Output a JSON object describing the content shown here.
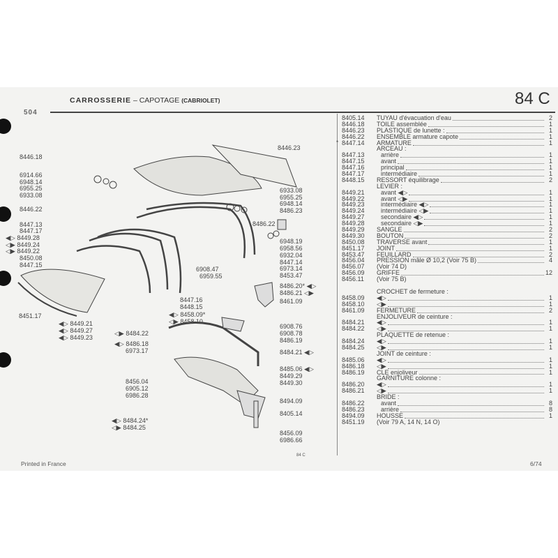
{
  "header": {
    "section": "CARROSSERIE",
    "separator": "–",
    "subsection": "CAPOTAGE",
    "variant": "(CABRIOLET)",
    "page_code": "84 C",
    "logo": "504"
  },
  "diagram_labels": [
    "8446.18",
    "6914.66",
    "6948.14",
    "6955.25",
    "6933.08",
    "8446.22",
    "8447.13",
    "8447.17",
    "◀▷ 8449.28",
    "◁▶ 8449.24",
    "◁▶ 8449.22",
    "8450.08",
    "8447.15",
    "8451.17",
    "◀▷ 8449.21",
    "◀▷ 8449.27",
    "◀▷ 8449.23",
    "8446.23",
    "6933.08",
    "6955.25",
    "6948.14",
    "8486.23",
    "8486.22",
    "6948.19",
    "6958.56",
    "6932.04",
    "8447.14",
    "6973.14",
    "8453.47",
    "8486.20* ◀▷",
    "8486.21 ◁▶",
    "8461.09",
    "6908.47",
    "6959.55",
    "8447.16",
    "8448.15",
    "◀▷ 8458.09*",
    "◁▶ 8458.10",
    "6908.76",
    "6908.78",
    "8486.19",
    "◁▶ 8484.22",
    "◀▷ 8486.18",
    "6973.17",
    "8484.21 ◀▷",
    "8485.06 ◀▷",
    "8449.29",
    "8449.30",
    "8456.04",
    "6905.12",
    "6986.28",
    "8494.09",
    "8405.14",
    "◀▷ 8484.24*",
    "◁▶ 8484.25",
    "8456.09",
    "6986.66"
  ],
  "parts": [
    {
      "ref": "8405.14",
      "label": "TUYAU d'évacuation d'eau",
      "qty": "2"
    },
    {
      "ref": "8446.18",
      "label": "TOILE assemblée",
      "qty": "1"
    },
    {
      "ref": "8446.23",
      "label": "PLASTIQUE de lunette :",
      "qty": "1"
    },
    {
      "ref": "8446.22",
      "label": "ENSEMBLE armature capote",
      "qty": "1"
    },
    {
      "ref": "8447.14",
      "label": "ARMATURE",
      "qty": "1",
      "star": "*"
    },
    {
      "ref": "",
      "label": "ARCEAU :",
      "qty": ""
    },
    {
      "ref": "8447.13",
      "label": "arrière",
      "qty": "1",
      "indent": true
    },
    {
      "ref": "8447.15",
      "label": "avant",
      "qty": "1",
      "indent": true
    },
    {
      "ref": "8447.16",
      "label": "principal",
      "qty": "1",
      "indent": true
    },
    {
      "ref": "8447.17",
      "label": "intermédiaire",
      "qty": "1",
      "indent": true
    },
    {
      "ref": "8448.15",
      "label": "RESSORT équilibrage",
      "qty": "2"
    },
    {
      "ref": "",
      "label": "LEVIER :",
      "qty": ""
    },
    {
      "ref": "8449.21",
      "label": "avant ◀▷",
      "qty": "1",
      "indent": true
    },
    {
      "ref": "8449.22",
      "label": "avant ◁▶",
      "qty": "1",
      "indent": true
    },
    {
      "ref": "8449.23",
      "label": "intermédiaire ◀▷",
      "qty": "1",
      "indent": true
    },
    {
      "ref": "8449.24",
      "label": "intermédiaire ◁▶",
      "qty": "1",
      "indent": true
    },
    {
      "ref": "8449.27",
      "label": "secondaire ◀▷",
      "qty": "1",
      "indent": true
    },
    {
      "ref": "8449.28",
      "label": "secondaire ◁▶",
      "qty": "1",
      "indent": true
    },
    {
      "ref": "8449.29",
      "label": "SANGLE",
      "qty": "2"
    },
    {
      "ref": "8449.30",
      "label": "BOUTON",
      "qty": "2"
    },
    {
      "ref": "8450.08",
      "label": "TRAVERSE avant",
      "qty": "1"
    },
    {
      "ref": "8451.17",
      "label": "JOINT",
      "qty": "1"
    },
    {
      "ref": "8453.47",
      "label": "FEUILLARD",
      "qty": "2"
    },
    {
      "ref": "8456.04",
      "label": "PRESSION mâle Ø 10,2 (Voir 75 B)",
      "qty": "4"
    },
    {
      "ref": "8456.07",
      "label": "(Voir 74 D)",
      "qty": ""
    },
    {
      "ref": "8456.09",
      "label": "GRIFFE",
      "qty": "12"
    },
    {
      "ref": "8456.11",
      "label": "(Voir 75 B)",
      "qty": ""
    },
    {
      "ref": "",
      "label": "",
      "qty": ""
    },
    {
      "ref": "",
      "label": "CROCHET de fermeture :",
      "qty": ""
    },
    {
      "ref": "8458.09",
      "label": "◀▷",
      "qty": "1"
    },
    {
      "ref": "8458.10",
      "label": "◁▶",
      "qty": "1"
    },
    {
      "ref": "8461.09",
      "label": "FERMETURE",
      "qty": "2"
    },
    {
      "ref": "",
      "label": "ENJOLIVEUR de ceinture :",
      "qty": ""
    },
    {
      "ref": "8484.21",
      "label": "◀▷",
      "qty": "1"
    },
    {
      "ref": "8484.22",
      "label": "◁▶",
      "qty": "1"
    },
    {
      "ref": "",
      "label": "PLAQUETTE de retenue :",
      "qty": ""
    },
    {
      "ref": "8484.24",
      "label": "◀▷",
      "qty": "1"
    },
    {
      "ref": "8484.25",
      "label": "◁▶",
      "qty": "1"
    },
    {
      "ref": "",
      "label": "JOINT de ceinture :",
      "qty": ""
    },
    {
      "ref": "8485.06",
      "label": "◀▷",
      "qty": "1"
    },
    {
      "ref": "8486.18",
      "label": "◁▶",
      "qty": "1"
    },
    {
      "ref": "8486.19",
      "label": "CLE enjoliveur",
      "qty": "1"
    },
    {
      "ref": "",
      "label": "GARNITURE colonne :",
      "qty": ""
    },
    {
      "ref": "8486.20",
      "label": "◀▷",
      "qty": "1"
    },
    {
      "ref": "8486.21",
      "label": "◁▶",
      "qty": "1"
    },
    {
      "ref": "",
      "label": "BRIDE :",
      "qty": ""
    },
    {
      "ref": "8486.22",
      "label": "avant",
      "qty": "8",
      "indent": true
    },
    {
      "ref": "8486.23",
      "label": "arrière",
      "qty": "8",
      "indent": true
    },
    {
      "ref": "8494.09",
      "label": "HOUSSE",
      "qty": "1"
    },
    {
      "ref": "8451.19",
      "label": "(Voir 79 A, 14 N, 14 O)",
      "qty": ""
    }
  ],
  "footer": {
    "printed": "Printed in France",
    "figure_code": "84 C",
    "date": "6/74"
  }
}
